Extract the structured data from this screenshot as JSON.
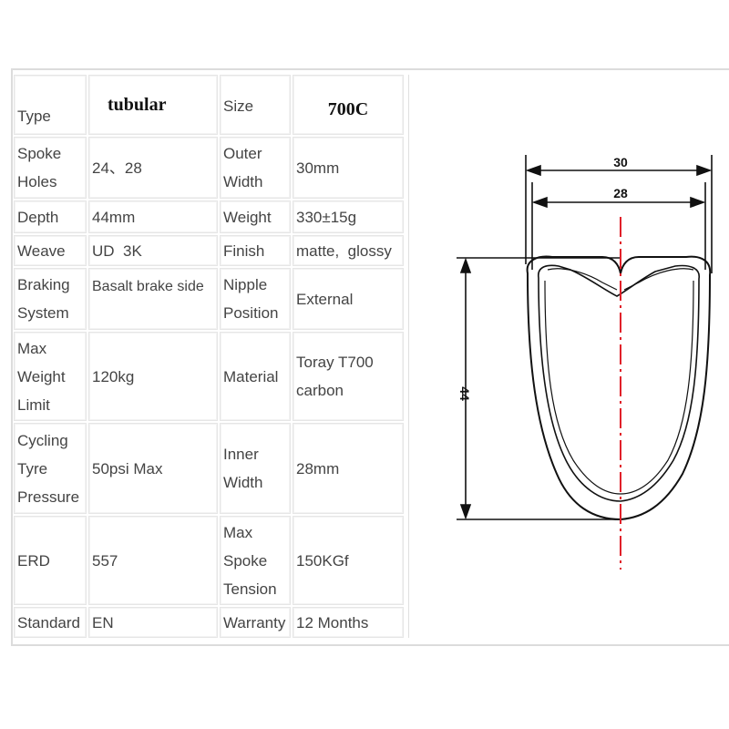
{
  "table": {
    "rows": [
      [
        "Type",
        "tubular",
        "Size",
        "700C"
      ],
      [
        "Spoke\nHoles",
        "24、28",
        "Outer\nWidth",
        "30mm"
      ],
      [
        "Depth",
        "44mm",
        "Weight",
        "330±15g"
      ],
      [
        "Weave",
        "UD  3K",
        "Finish",
        "matte,  glossy"
      ],
      [
        "Braking\nSystem",
        "Basalt brake side",
        "Nipple\nPosition",
        "External"
      ],
      [
        "Max\nWeight\nLimit",
        "120kg",
        "Material",
        "Toray T700\ncarbon"
      ],
      [
        "Cycling\nTyre\nPressure",
        "50psi Max",
        "Inner\nWidth",
        "28mm"
      ],
      [
        "ERD",
        "557",
        "Max\nSpoke\nTension",
        "150KGf"
      ],
      [
        "Standard",
        "EN",
        "Warranty",
        "12 Months"
      ]
    ]
  },
  "diagram": {
    "outer_width_label": "30",
    "inner_width_label": "28",
    "depth_label": "44",
    "centerline_color": "#e0202a",
    "line_color": "#111111"
  }
}
